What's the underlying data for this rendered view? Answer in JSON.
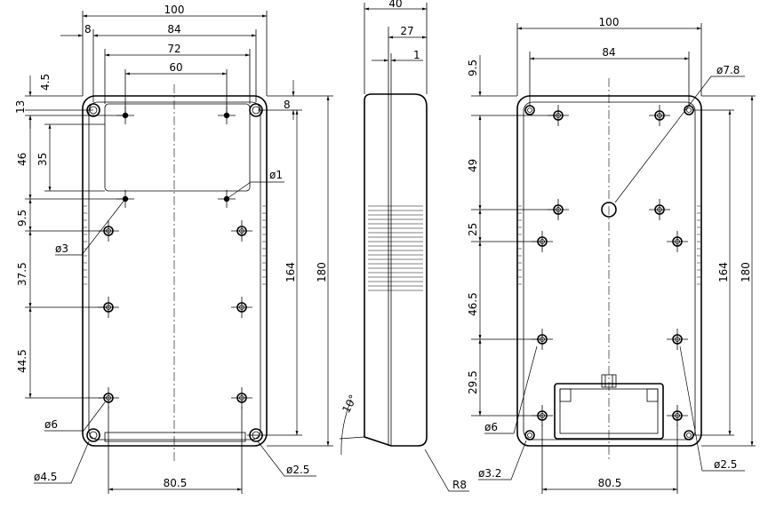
{
  "labels": {
    "top_100": "100",
    "top_84": "84",
    "top_72": "72",
    "top_60": "60",
    "left_8": "8",
    "left_4_5": "4.5",
    "left_13": "13",
    "left_46": "46",
    "left_35": "35",
    "left_9_5": "9.5",
    "left_37_5": "37.5",
    "left_44_5": "44.5",
    "right_8": "8",
    "right_164": "164",
    "right_180": "180",
    "d1": "ø1",
    "d3": "ø3",
    "d6": "ø6",
    "d4_5": "ø4.5",
    "d2_5": "ø2.5",
    "bottom_80_5": "80.5",
    "side_40": "40",
    "side_27": "27",
    "side_1": "1",
    "angle": "10°",
    "r8": "R8",
    "r_100": "100",
    "r_84": "84",
    "r_9_5": "9.5",
    "r_49": "49",
    "r_25": "25",
    "r_46_5": "46.5",
    "r_29_5": "29.5",
    "r_164": "164",
    "r_180": "180",
    "r_d7_8": "ø7.8",
    "r_d6": "ø6",
    "r_d3_2": "ø3.2",
    "r_d2_5": "ø2.5",
    "r_80_5": "80.5"
  }
}
